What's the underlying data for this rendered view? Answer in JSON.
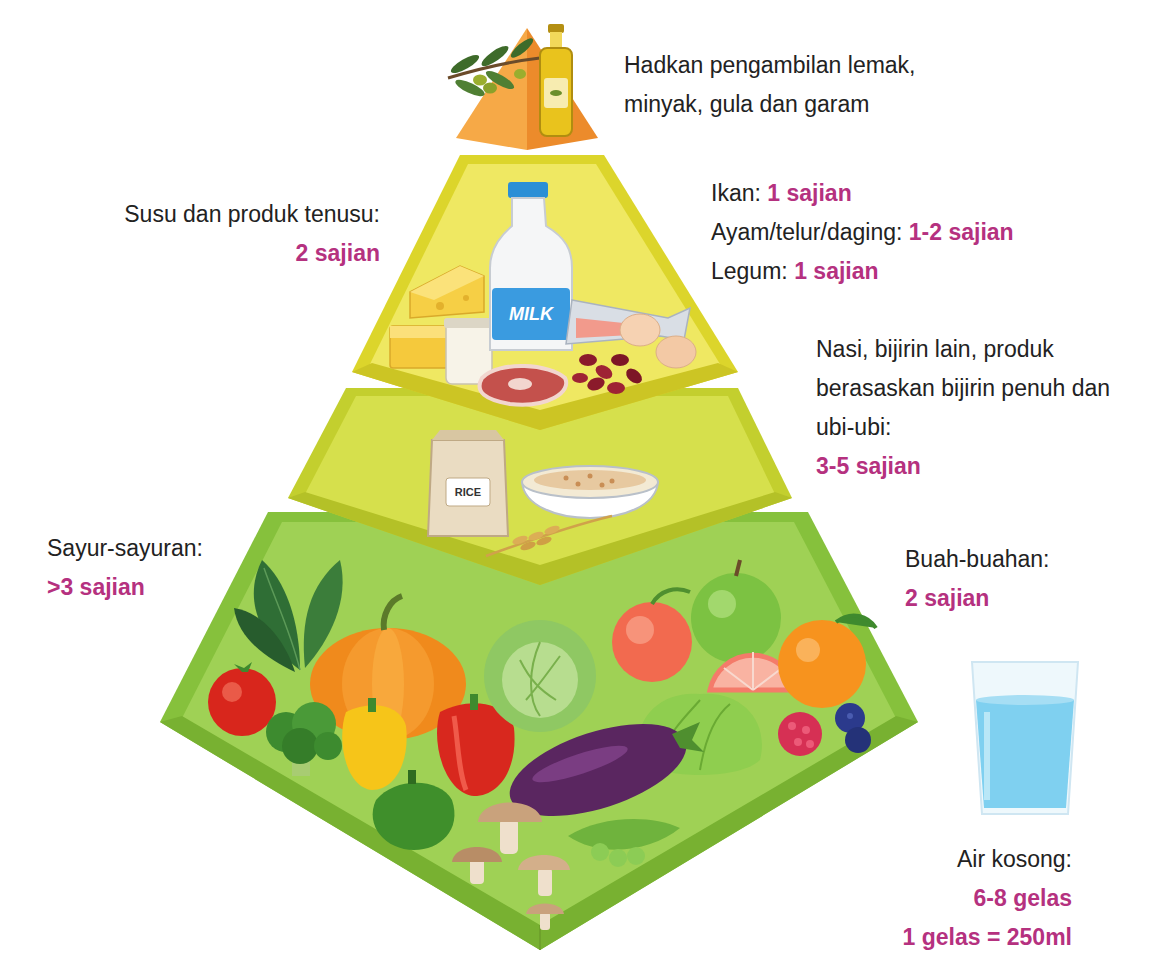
{
  "diagram": {
    "labels": [
      "Hadkan pengambilan lemak, minyak, gula dan garam",
      "Susu dan produk tenusu:",
      "2 sajian",
      "Ikan:",
      "1 sajian",
      "Ayam/telur/daging:",
      "1-2 sajian",
      "Legum:",
      "1 sajian",
      "MILK",
      "Nasi, bijirin lain, produk berasaskan bijirin penuh dan ubi-ubi:",
      "3-5 sajian",
      "RICE",
      "Sayur-sayuran:",
      ">3 sajian",
      "Buah-buahan:",
      "2 sajian",
      "Air kosong:",
      "6-8 gelas",
      "1 gelas = 250ml"
    ]
  }
}
